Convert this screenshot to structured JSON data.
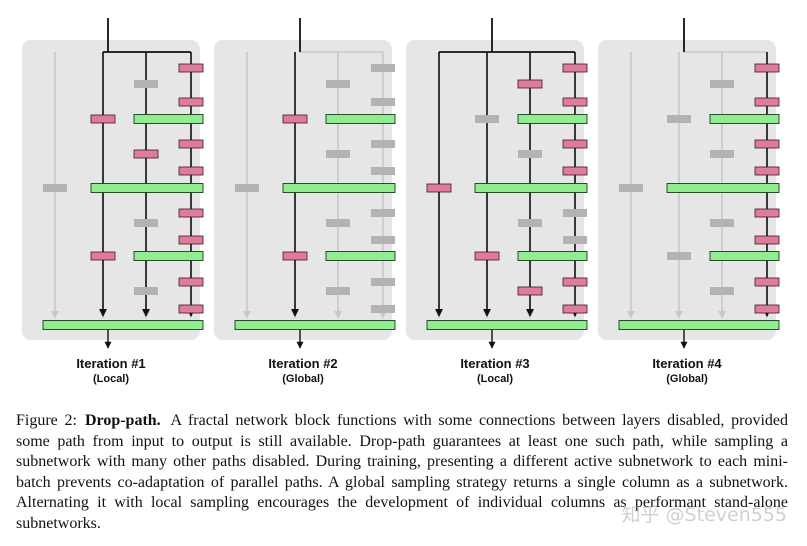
{
  "figure": {
    "panels": [
      {
        "title": "Iteration #1",
        "subtitle": "(Local)"
      },
      {
        "title": "Iteration #2",
        "subtitle": "(Global)"
      },
      {
        "title": "Iteration #3",
        "subtitle": "(Local)"
      },
      {
        "title": "Iteration #4",
        "subtitle": "(Global)"
      }
    ],
    "colors": {
      "panel_bg": "#e6e6e6",
      "join_layer": "#90ee90",
      "conv_layer": "#e07b9a",
      "inactive": "#b3b3b3",
      "active_line": "#111111"
    }
  },
  "caption": {
    "label": "Figure 2:",
    "bold": "Drop-path.",
    "text": "A fractal network block functions with some connections between layers disabled, provided some path from input to output is still available. Drop-path guarantees at least one such path, while sampling a subnetwork with many other paths disabled. During training, presenting a different active subnetwork to each mini-batch prevents co-adaptation of parallel paths. A global sampling strategy returns a single column as a subnetwork. Alternating it with local sampling encourages the development of individual columns as performant stand-alone subnetworks."
  },
  "watermark": "知乎 @Steven555"
}
